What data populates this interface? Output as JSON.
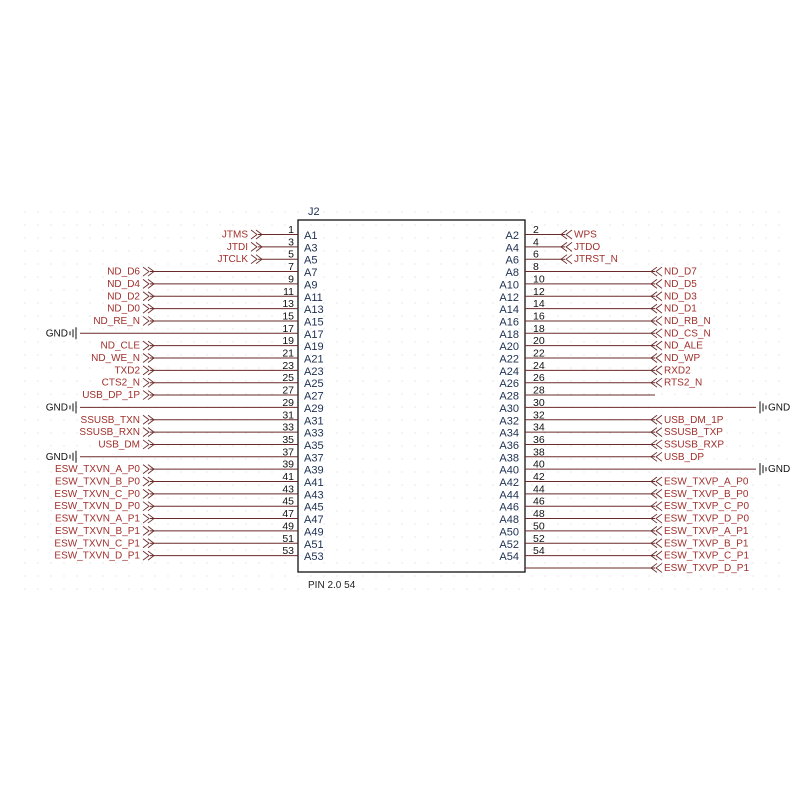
{
  "component": {
    "designator": "J2",
    "footer": "PIN 2.0 54"
  },
  "left_pins": [
    {
      "pin": "1",
      "name": "A1",
      "net": "JTMS"
    },
    {
      "pin": "3",
      "name": "A3",
      "net": "JTDI"
    },
    {
      "pin": "5",
      "name": "A5",
      "net": "JTCLK"
    },
    {
      "pin": "7",
      "name": "A7",
      "net": "ND_D6"
    },
    {
      "pin": "9",
      "name": "A9",
      "net": "ND_D4"
    },
    {
      "pin": "11",
      "name": "A11",
      "net": "ND_D2"
    },
    {
      "pin": "13",
      "name": "A13",
      "net": "ND_D0"
    },
    {
      "pin": "15",
      "name": "A15",
      "net": "ND_RE_N"
    },
    {
      "pin": "17",
      "name": "A17",
      "net": "GND"
    },
    {
      "pin": "19",
      "name": "A19",
      "net": "ND_CLE"
    },
    {
      "pin": "21",
      "name": "A21",
      "net": "ND_WE_N"
    },
    {
      "pin": "23",
      "name": "A23",
      "net": "TXD2"
    },
    {
      "pin": "25",
      "name": "A25",
      "net": "CTS2_N"
    },
    {
      "pin": "27",
      "name": "A27",
      "net": "USB_DP_1P"
    },
    {
      "pin": "29",
      "name": "A29",
      "net": "GND"
    },
    {
      "pin": "31",
      "name": "A31",
      "net": "SSUSB_TXN"
    },
    {
      "pin": "33",
      "name": "A33",
      "net": "SSUSB_RXN"
    },
    {
      "pin": "35",
      "name": "A35",
      "net": "USB_DM"
    },
    {
      "pin": "37",
      "name": "A37",
      "net": "GND"
    },
    {
      "pin": "39",
      "name": "A39",
      "net": "ESW_TXVN_A_P0"
    },
    {
      "pin": "41",
      "name": "A41",
      "net": "ESW_TXVN_B_P0"
    },
    {
      "pin": "43",
      "name": "A43",
      "net": "ESW_TXVN_C_P0"
    },
    {
      "pin": "45",
      "name": "A45",
      "net": "ESW_TXVN_D_P0"
    },
    {
      "pin": "47",
      "name": "A47",
      "net": "ESW_TXVN_A_P1"
    },
    {
      "pin": "49",
      "name": "A49",
      "net": "ESW_TXVN_B_P1"
    },
    {
      "pin": "51",
      "name": "A51",
      "net": "ESW_TXVN_C_P1"
    },
    {
      "pin": "53",
      "name": "A53",
      "net": "ESW_TXVN_D_P1"
    }
  ],
  "right_pins": [
    {
      "pin": "2",
      "name": "A2",
      "net": "WPS"
    },
    {
      "pin": "4",
      "name": "A4",
      "net": "JTDO"
    },
    {
      "pin": "6",
      "name": "A6",
      "net": "JTRST_N"
    },
    {
      "pin": "8",
      "name": "A8",
      "net": "ND_D7"
    },
    {
      "pin": "10",
      "name": "A10",
      "net": "ND_D5"
    },
    {
      "pin": "12",
      "name": "A12",
      "net": "ND_D3"
    },
    {
      "pin": "14",
      "name": "A14",
      "net": "ND_D1"
    },
    {
      "pin": "16",
      "name": "A16",
      "net": "ND_RB_N"
    },
    {
      "pin": "18",
      "name": "A18",
      "net": "ND_CS_N"
    },
    {
      "pin": "20",
      "name": "A20",
      "net": "ND_ALE"
    },
    {
      "pin": "22",
      "name": "A22",
      "net": "ND_WP"
    },
    {
      "pin": "24",
      "name": "A24",
      "net": "RXD2"
    },
    {
      "pin": "26",
      "name": "A26",
      "net": "RTS2_N"
    },
    {
      "pin": "28",
      "name": "A28",
      "net": ""
    },
    {
      "pin": "30",
      "name": "A30",
      "net": "GND"
    },
    {
      "pin": "32",
      "name": "A32",
      "net": "USB_DM_1P"
    },
    {
      "pin": "34",
      "name": "A34",
      "net": "SSUSB_TXP"
    },
    {
      "pin": "36",
      "name": "A36",
      "net": "SSUSB_RXP"
    },
    {
      "pin": "38",
      "name": "A38",
      "net": "USB_DP"
    },
    {
      "pin": "40",
      "name": "A40",
      "net": "GND"
    },
    {
      "pin": "42",
      "name": "A42",
      "net": "ESW_TXVP_A_P0"
    },
    {
      "pin": "44",
      "name": "A44",
      "net": "ESW_TXVP_B_P0"
    },
    {
      "pin": "46",
      "name": "A46",
      "net": "ESW_TXVP_C_P0"
    },
    {
      "pin": "48",
      "name": "A48",
      "net": "ESW_TXVP_D_P0"
    },
    {
      "pin": "50",
      "name": "A50",
      "net": "ESW_TXVP_A_P1"
    },
    {
      "pin": "52",
      "name": "A52",
      "net": "ESW_TXVP_B_P1"
    },
    {
      "pin": "54",
      "name": "A54",
      "net": "ESW_TXVP_C_P1"
    },
    {
      "pin": "",
      "name": "",
      "net": "ESW_TXVP_D_P1"
    }
  ],
  "colors": {
    "net_label": "#a0302c",
    "pin_name": "#1c2f52",
    "pin_number": "#111111",
    "wire": "#6b2a2a",
    "body": "#111111",
    "grid_dot": "#c8c8c8"
  }
}
